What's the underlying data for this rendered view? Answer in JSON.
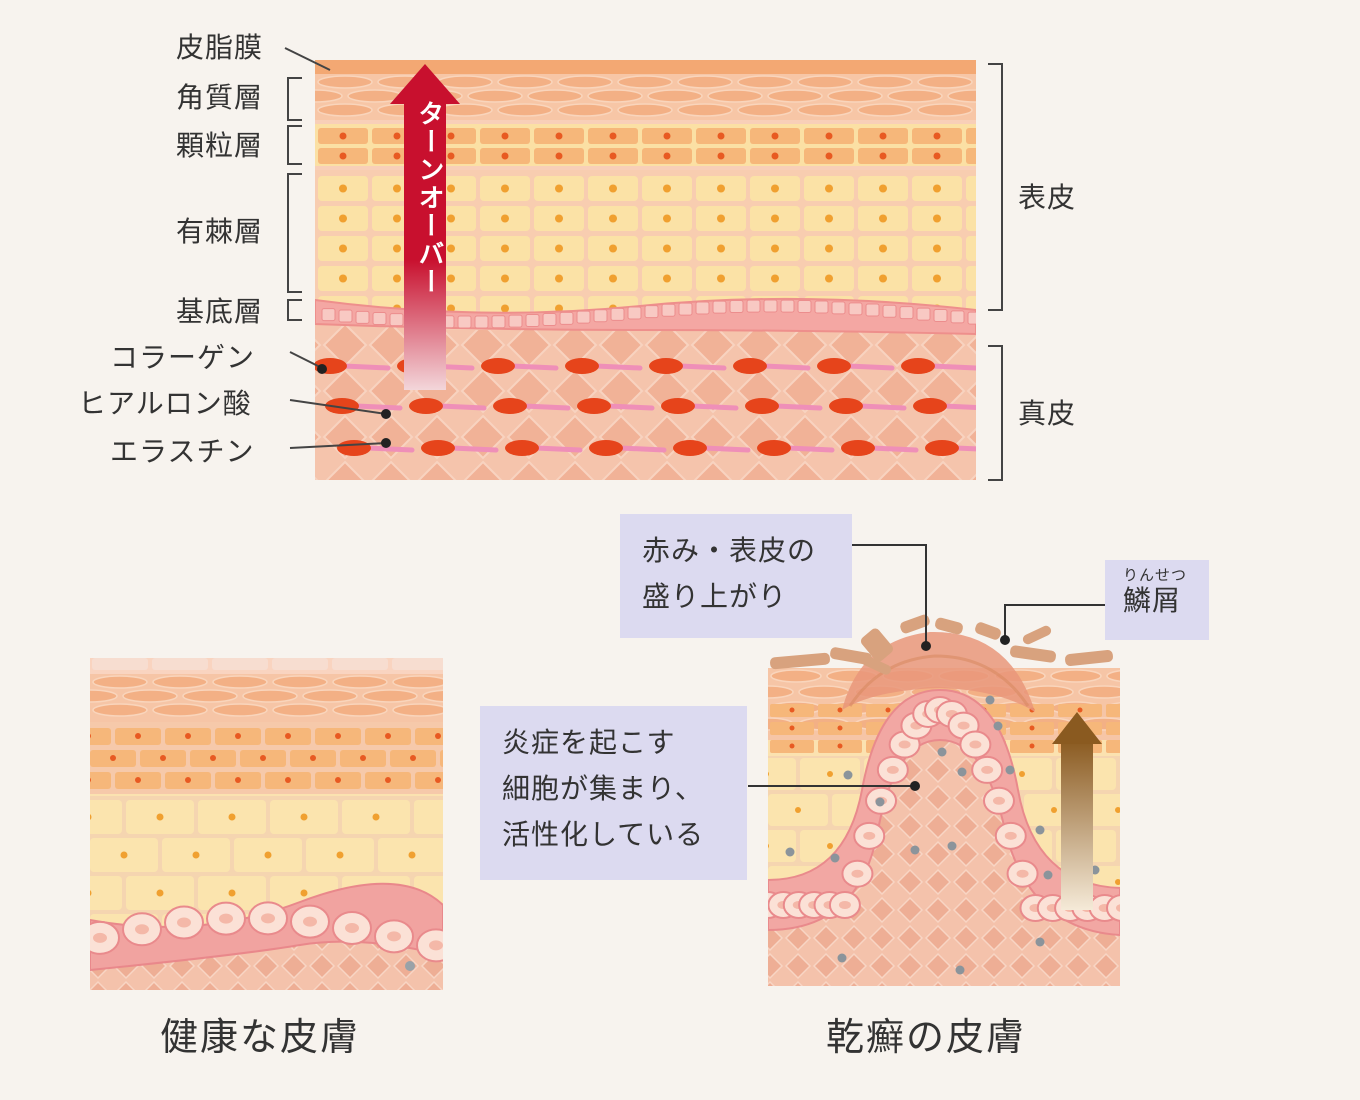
{
  "top_diagram": {
    "turnover_label": "ターンオーバー",
    "layer_labels": {
      "sebum": "皮脂膜",
      "stratum_corneum": "角質層",
      "stratum_granulosum": "顆粒層",
      "stratum_spinosum": "有棘層",
      "stratum_basale": "基底層",
      "collagen": "コラーゲン",
      "hyaluronic_acid": "ヒアルロン酸",
      "elastin": "エラスチン"
    },
    "region_labels": {
      "epidermis": "表皮",
      "dermis": "真皮"
    }
  },
  "healthy": {
    "caption": "健康な皮膚"
  },
  "dry": {
    "caption": "乾癬の皮膚",
    "callout_redness": [
      "赤み・表皮の",
      "盛り上がり"
    ],
    "callout_scale_ruby": "りんせつ",
    "callout_scale": "鱗屑",
    "callout_inflammation": [
      "炎症を起こす",
      "細胞が集まり、",
      "活性化している"
    ]
  },
  "colors": {
    "skin_peach": "#f6c6a8",
    "cell_yellow": "#fbe2a6",
    "cell_orange": "#f6b77a",
    "nucleus": "#e85a22",
    "dermis": "#f4bfa8",
    "arrow_red": "#c8102e",
    "callout_bg": "#dcdaf0"
  }
}
